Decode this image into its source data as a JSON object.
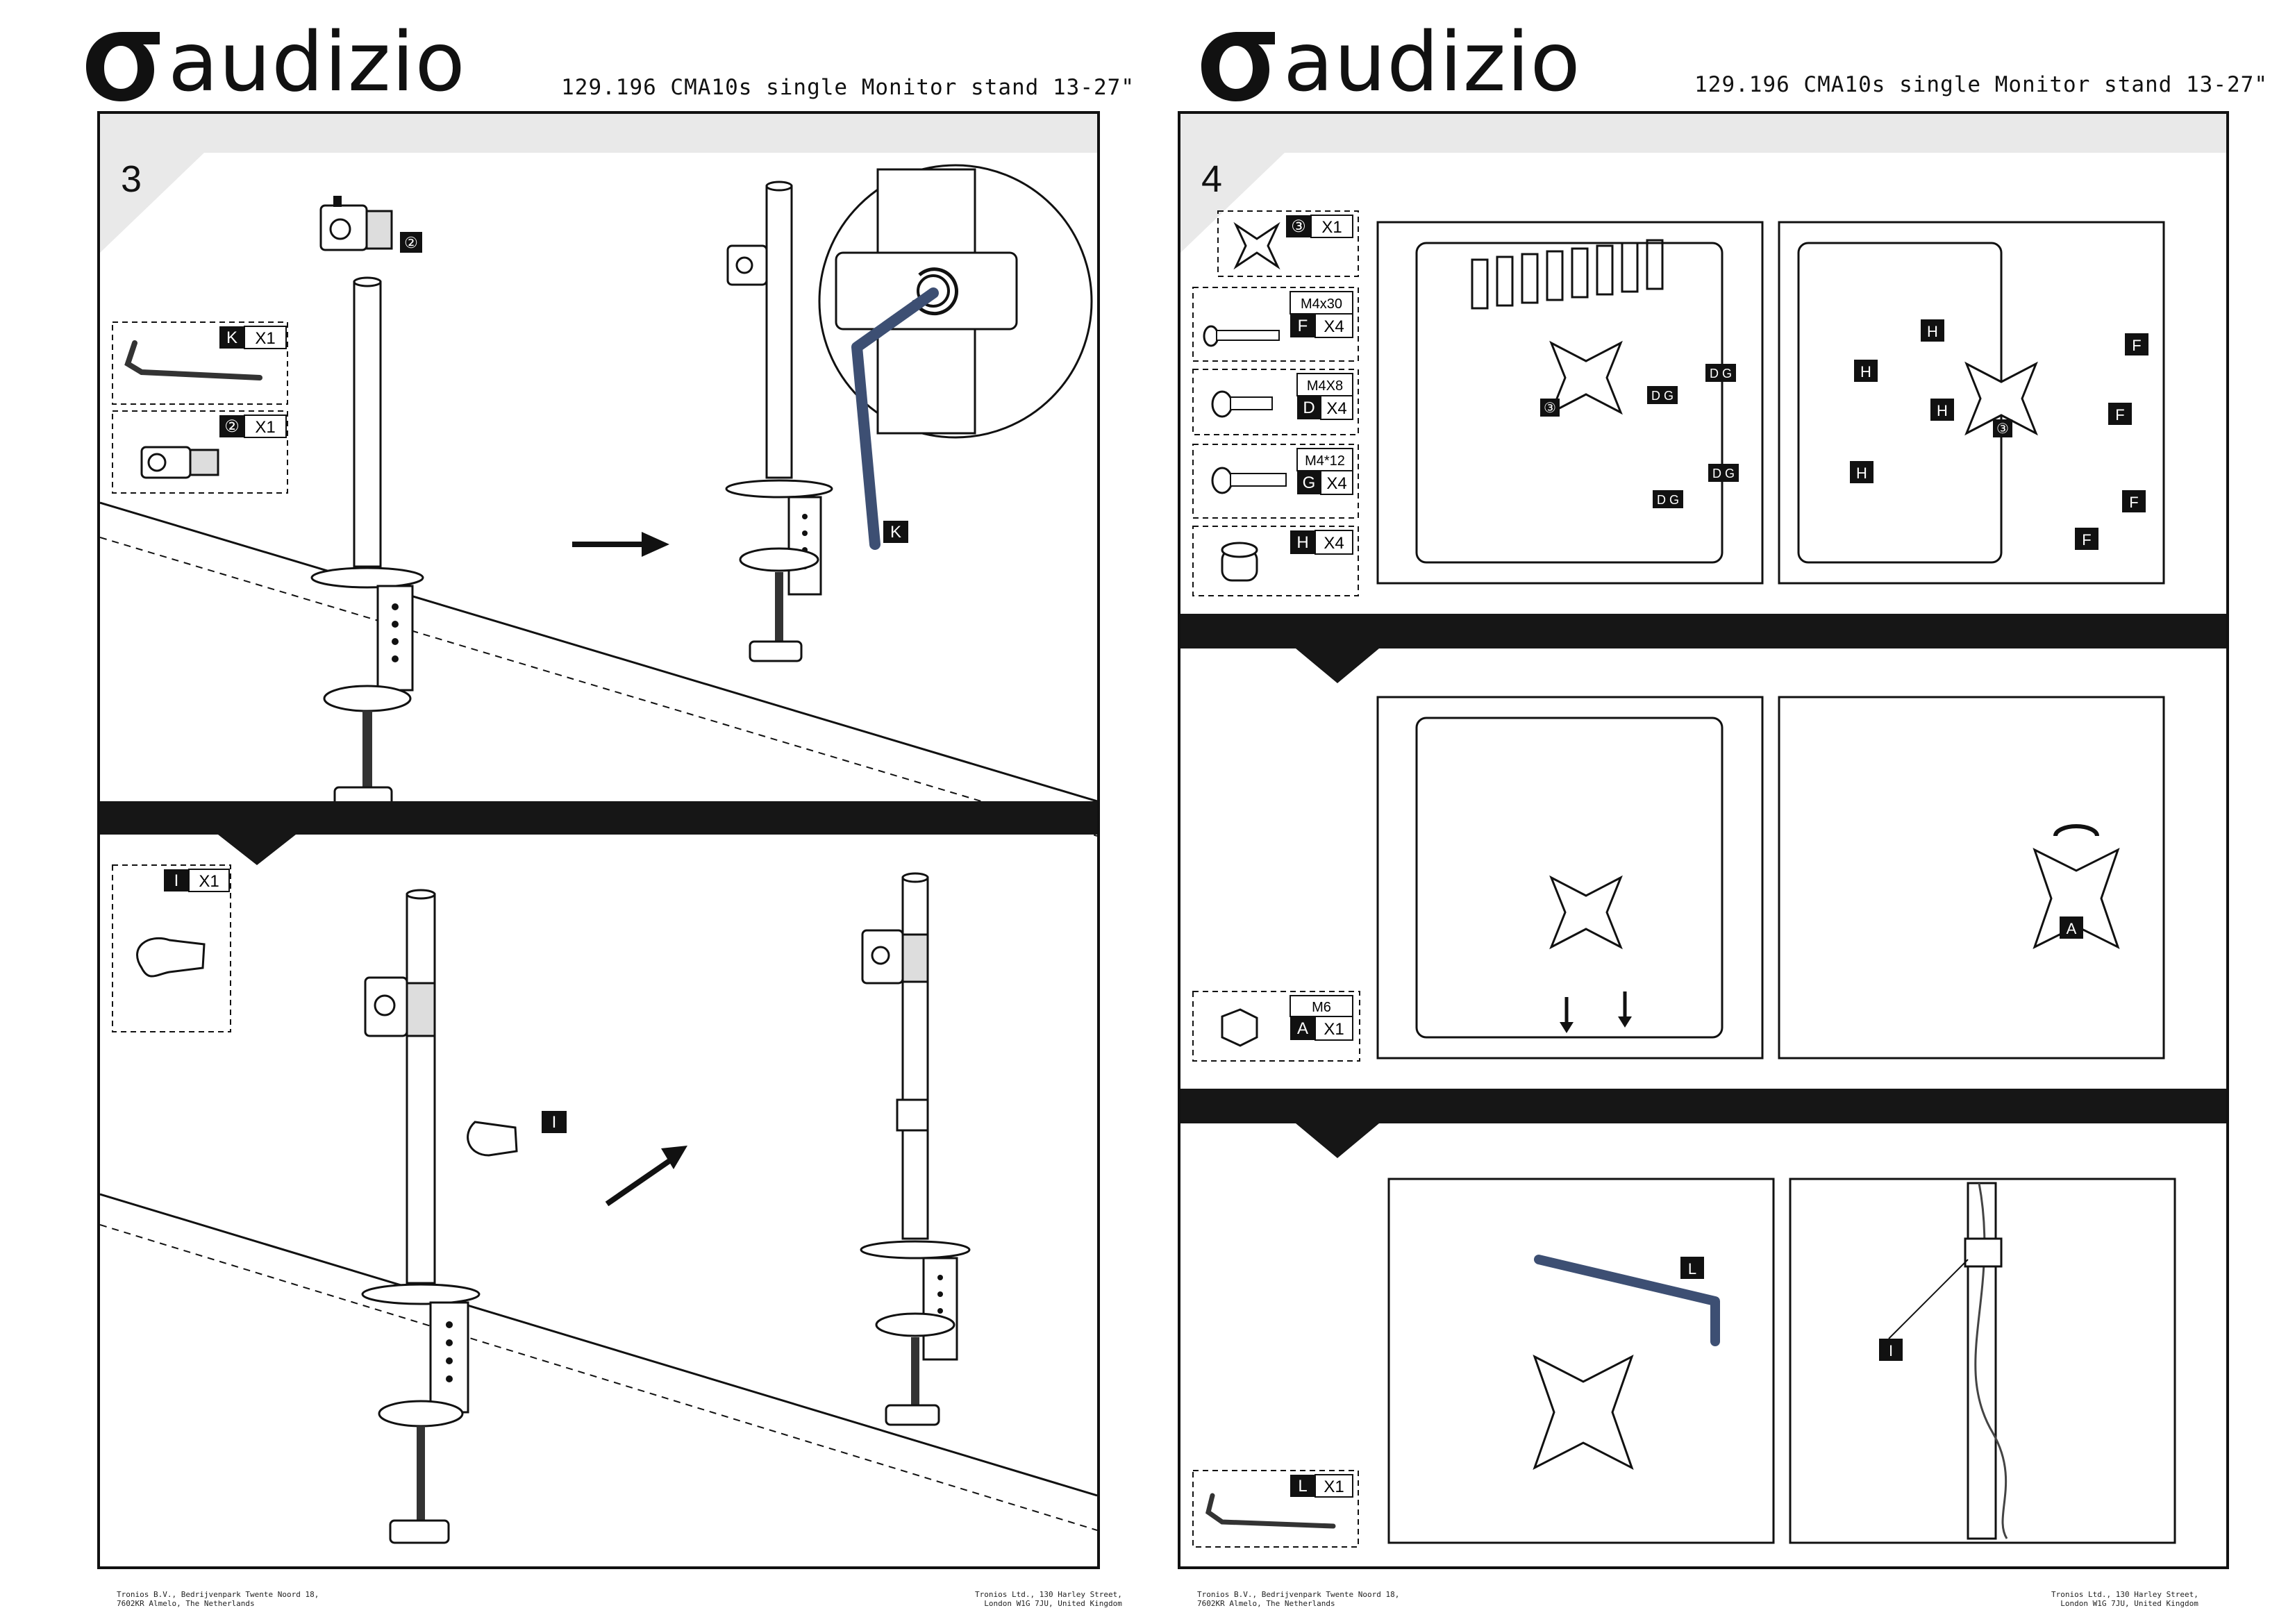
{
  "brand": {
    "name": "audizio"
  },
  "document": {
    "title": "129.196 CMA10s single Monitor stand 13-27\""
  },
  "footer": {
    "left": [
      "Tronios B.V., Bedrijvenpark Twente Noord 18,",
      "7602KR Almelo, The Netherlands"
    ],
    "right": [
      "Tronios Ltd., 130 Harley Street,",
      "London W1G 7JU, United Kingdom"
    ]
  },
  "step3": {
    "number": "3",
    "parts": [
      {
        "letter": "K",
        "qty": "X1"
      },
      {
        "letter": "②",
        "qty": "X1"
      },
      {
        "letter": "I",
        "qty": "X1"
      }
    ],
    "callouts": {
      "bracket": "②",
      "key": "K",
      "clip": "I"
    }
  },
  "step4": {
    "number": "4",
    "parts": [
      {
        "letter": "③",
        "qty": "X1",
        "spec": ""
      },
      {
        "letter": "F",
        "qty": "X4",
        "spec": "M4x30"
      },
      {
        "letter": "D",
        "qty": "X4",
        "spec": "M4X8"
      },
      {
        "letter": "G",
        "qty": "X4",
        "spec": "M4*12"
      },
      {
        "letter": "H",
        "qty": "X4",
        "spec": ""
      },
      {
        "letter": "A",
        "qty": "X1",
        "spec": "M6"
      },
      {
        "letter": "L",
        "qty": "X1",
        "spec": ""
      }
    ],
    "callouts": {
      "dg": "D G",
      "plate": "③",
      "h": "H",
      "f": "F",
      "nut": "A",
      "key": "L",
      "clip": "I"
    }
  },
  "colors": {
    "ink": "#111111",
    "band": "#161616",
    "key_blue": "#3d4f73",
    "panel_gray": "#e9e9e9"
  }
}
